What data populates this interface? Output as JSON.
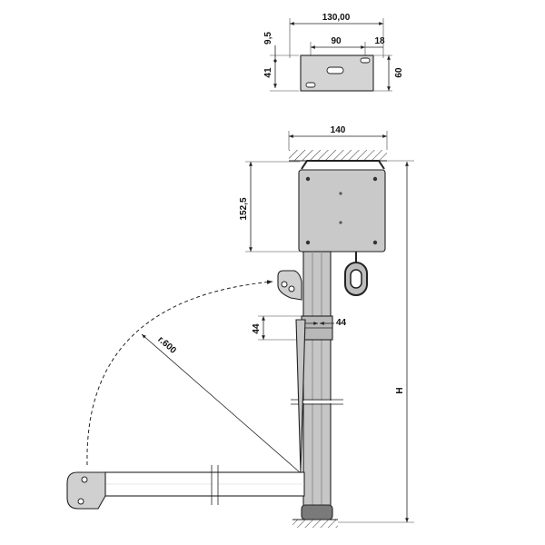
{
  "dimensions": {
    "bracket_total_width": "130,00",
    "bracket_hole_spacing": "90",
    "bracket_edge_offset": "18",
    "bracket_hole_offset_top": "9,5",
    "bracket_hole_offset_bottom": "41",
    "bracket_height": "60",
    "housing_width": "140",
    "housing_height": "152,5",
    "reach_radius": "r.600",
    "joint_gap_left": "44",
    "joint_gap_right": "44",
    "total_height": "H"
  },
  "colors": {
    "housing_fill": "#c9c9c9",
    "column_fill": "#c6c6c6",
    "column_shade": "#9a9a9a",
    "bracket_fill": "#d4d4d4",
    "foot_fill": "#7a7a7a",
    "line": "#222222"
  }
}
